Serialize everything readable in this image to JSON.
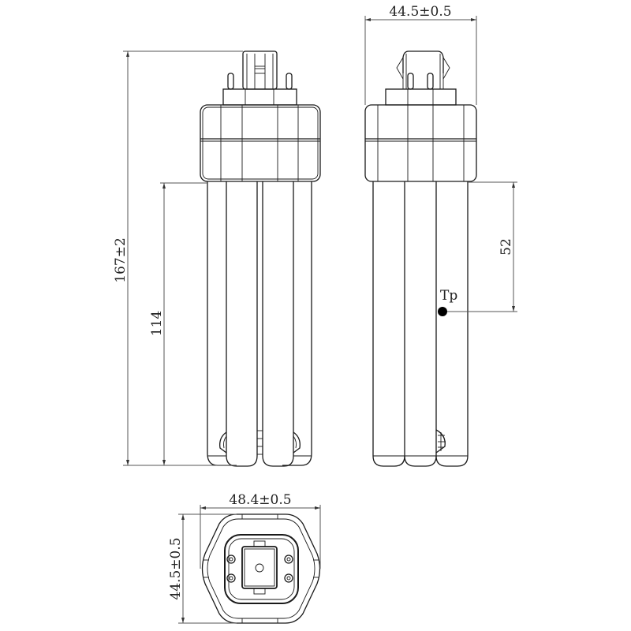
{
  "drawing": {
    "subject": "4-pin plug-in compact fluorescent lamp (4-tube), technical outline drawing",
    "views": [
      "front view",
      "side view",
      "bottom (base) view"
    ]
  },
  "dimensions": {
    "overall_length": "167±2",
    "tube_length": "114",
    "side_width": "44.5±0.5",
    "tp_distance": "52",
    "base_width": "48.4±0.5",
    "base_depth": "44.5±0.5"
  },
  "labels": {
    "test_point": "Tp"
  },
  "colors": {
    "line": "#1a1a1a",
    "dimension": "#555555",
    "background": "#ffffff"
  }
}
